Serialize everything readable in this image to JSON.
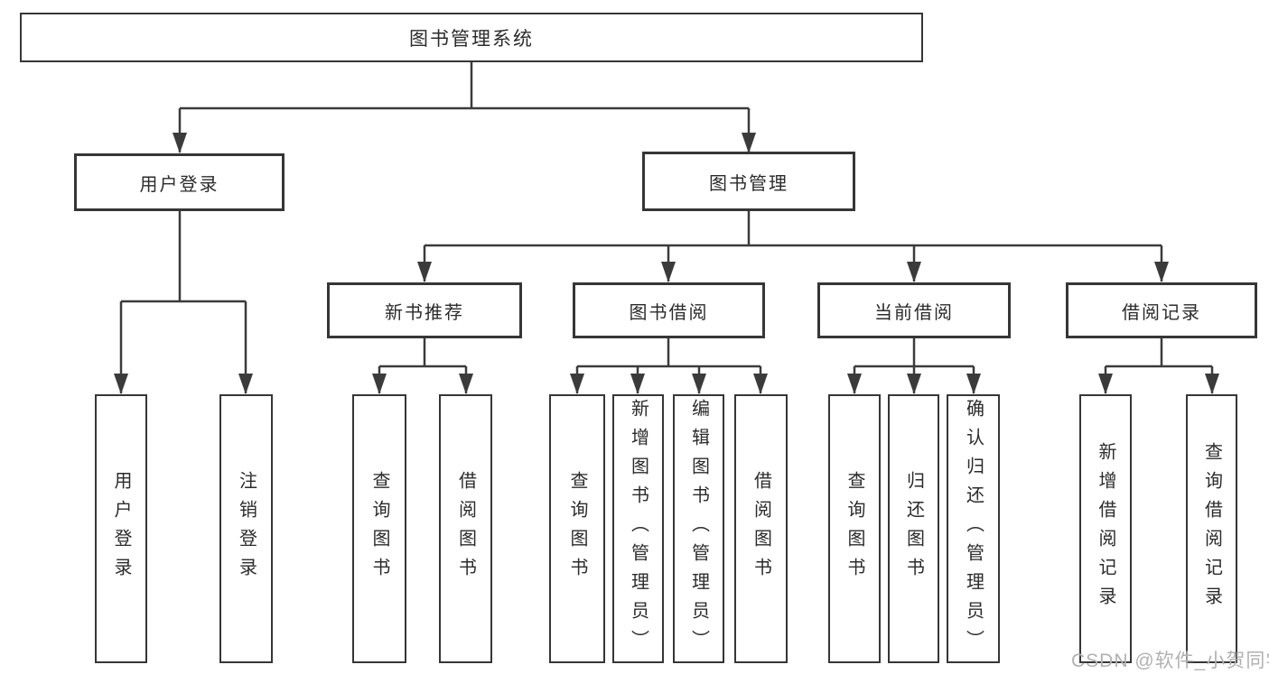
{
  "tree": {
    "root": {
      "label": "图书管理系统"
    },
    "branches": [
      {
        "label": "用户登录",
        "leaves": [
          {
            "label": "用户登录"
          },
          {
            "label": "注销登录"
          }
        ]
      },
      {
        "label": "图书管理",
        "groups": [
          {
            "label": "新书推荐",
            "leaves": [
              {
                "label": "查询图书"
              },
              {
                "label": "借阅图书"
              }
            ]
          },
          {
            "label": "图书借阅",
            "leaves": [
              {
                "label": "查询图书"
              },
              {
                "label": "新增图书（管理员）"
              },
              {
                "label": "编辑图书（管理员）"
              },
              {
                "label": "借阅图书"
              }
            ]
          },
          {
            "label": "当前借阅",
            "leaves": [
              {
                "label": "查询图书"
              },
              {
                "label": "归还图书"
              },
              {
                "label": "确认归还（管理员）"
              }
            ]
          },
          {
            "label": "借阅记录",
            "leaves": [
              {
                "label": "新增借阅记录"
              },
              {
                "label": "查询借阅记录"
              }
            ]
          }
        ]
      }
    ]
  },
  "colors": {
    "line": "#3b3b3b",
    "border": "#363636",
    "text": "#2b2b2b",
    "watermark": "#b1b1b1"
  },
  "watermark": "CSDN @软件_小贺同学"
}
